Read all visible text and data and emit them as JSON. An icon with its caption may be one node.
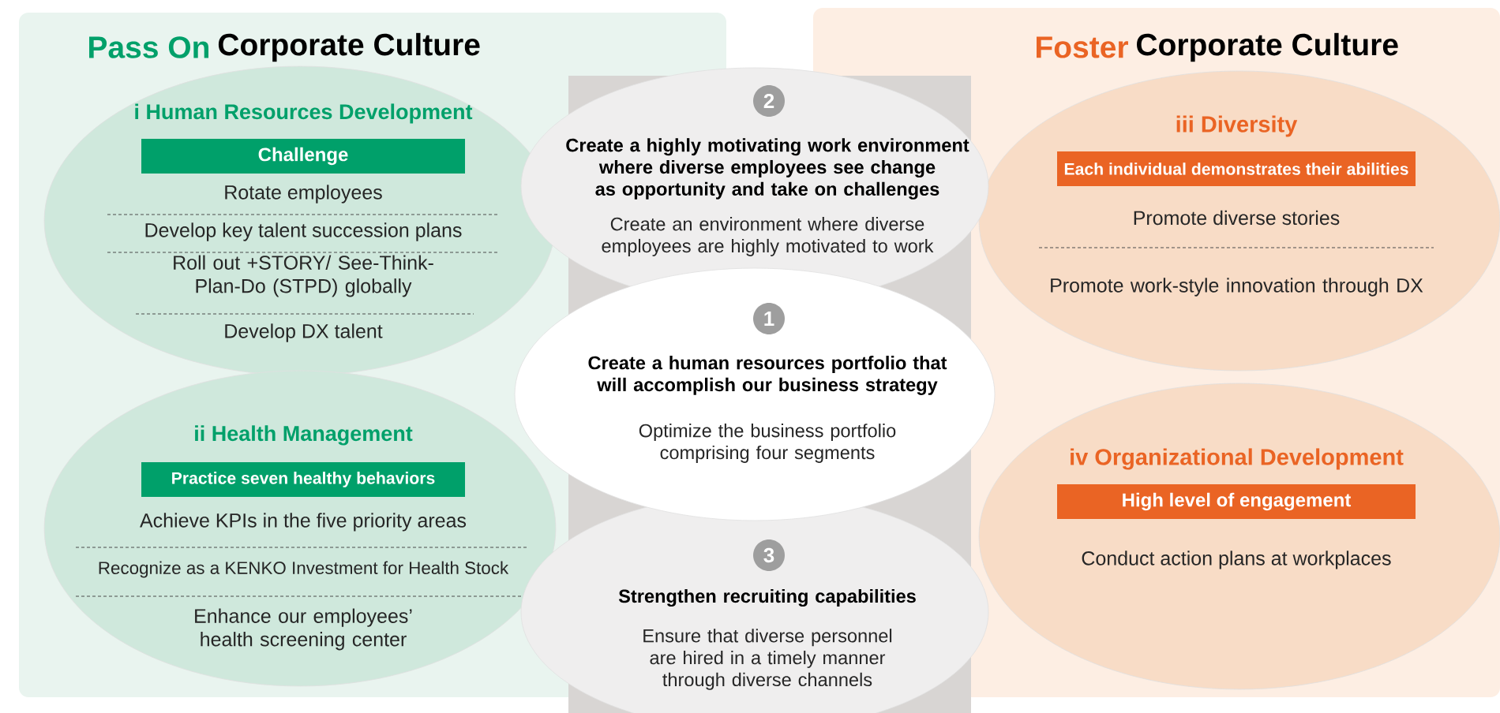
{
  "diagram": {
    "nodes": [
      {
        "text": [
          "Pass On",
          "Corporate Culture"
        ]
      },
      {
        "text": [
          "i Human Resources Development",
          "Rotate employees",
          "Develop key talent succession plans",
          "Roll out +STORY/ See-Think-Plan-Do (STPD) globally",
          "Develop DX talent"
        ],
        "in": 0
      },
      {
        "text": [
          "Challenge"
        ],
        "in": 1
      },
      {
        "text": [
          "ii Health Management",
          "Achieve KPIs in the five priority areas",
          "Recognize as a KENKO Investment for Health Stock",
          "Enhance our employees’ health screening center"
        ],
        "in": 0
      },
      {
        "text": [
          "Practice seven healthy behaviors"
        ],
        "in": 3
      },
      {
        "text": [
          "Foster",
          "Corporate Culture"
        ]
      },
      {
        "text": [
          "iii Diversity",
          "Promote diverse stories",
          "Promote work-style innovation through DX"
        ],
        "in": 5
      },
      {
        "text": [
          "Each individual demonstrates their abilities"
        ],
        "in": 6
      },
      {
        "text": [
          "iv Organizational Development",
          "Conduct action plans at workplaces"
        ],
        "in": 5
      },
      {
        "text": [
          "High level of engagement"
        ],
        "in": 8
      },
      {
        "text": [
          "2",
          "Create a highly motivating work environment where diverse employees see change as opportunity and take on challenges",
          "Create an environment where diverse employees are highly motivated to work"
        ]
      },
      {
        "text": [
          "1",
          "Create a human resources portfolio that will accomplish our business strategy",
          "Optimize the business portfolio comprising four segments"
        ]
      },
      {
        "text": [
          "3",
          "Strengthen recruiting capabilities",
          "Ensure that diverse personnel are hired in a timely manner through diverse channels"
        ]
      }
    ]
  }
}
